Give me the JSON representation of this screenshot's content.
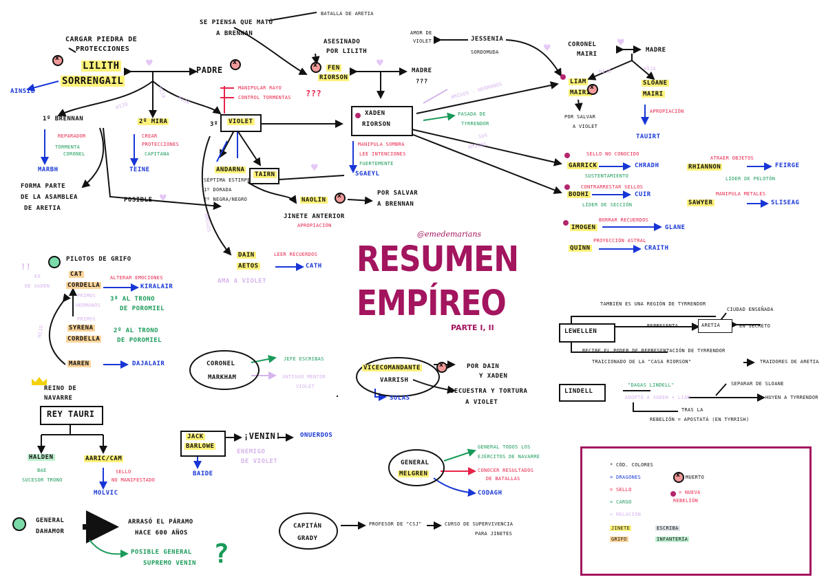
{
  "title": {
    "line1": "RESUMEN",
    "line2": "EMPÍREO",
    "sub": "PARTE I, II",
    "handle": "@emedemarians"
  },
  "colors": {
    "accent": "#a3155e",
    "blue": "#1836d6",
    "red": "#e8234a",
    "green": "#1a9a5a",
    "lilac": "#d6b4ec",
    "yellow": "#fdf27a"
  },
  "left": {
    "cargar": "CARGAR PIEDRA DE",
    "protecciones": "PROTECCIONES",
    "lilith": "LILITH",
    "sorrengail": "SORRENGAIL",
    "ainsel": "AINSIL",
    "padre": "PADRE",
    "hija1": "HIJA",
    "hija2": "HIJA",
    "hijo": "HIJO",
    "brennan": "1º  BRENNAN",
    "mira": "2º MIRA",
    "violet": "VIOLET",
    "violet_num": "3º",
    "reparador": "REPARADOR",
    "tormenta": "TORMENTA",
    "coronel": "CORONEL",
    "marbh": "MARBH",
    "forma1": "FORMA PARTE",
    "forma2": "DE LA ASAMBLEA",
    "forma3": "DE ARETIA",
    "crear1": "CREAR",
    "crear2": "PROTECCIONES",
    "capitana": "CAPITANA",
    "teine": "TEINE",
    "posible": "POSIBLE",
    "manipular": "MANIPULAR RAYO",
    "controlar": "CONTROL TORMENTAS",
    "qqq": "???"
  },
  "top": {
    "se_piensa": "SE PIENSA QUE MATÓ",
    "a_brennan": "A BRENNAN",
    "batalla": "BATALLA DE ARETIA",
    "asesinado": "ASESINADO",
    "por_lilith": "POR LILITH",
    "fen": "FEN",
    "riorson": "RIORSON",
    "madre": "MADRE",
    "madre_q": "???",
    "xaden1": "XADEN",
    "xaden2": "RIORSON",
    "manipula1": "MANIPULA SOMBRA",
    "manipula2": "LEE INTENCIONES",
    "manipula3": "FUERTEMENTE",
    "sgaeyl": "SGAEYL",
    "pasaje1": "PASADA DE",
    "pasaje2": "TYRRENDOR"
  },
  "middle": {
    "andarna": "ANDARNA",
    "andarna1": "SÉPTIMA ESTIRPE",
    "andarna2": "1º DORADA",
    "andarna3": "2º NEGRA/NEGRO",
    "tairn": "TAIRN",
    "dain1": "DAIN",
    "dain2": "AETOS",
    "leer": "LEER RECUERDOS",
    "cath": "CATH",
    "ama": "AMA A VIOLET",
    "amigos": "AMIGOS",
    "naolin": "NAOLIN",
    "por_salvar1": "POR SALVAR",
    "por_salvar2": "A BRENNAN",
    "jinete": "JINETE ANTERIOR",
    "apropiacion": "APROPIACIÓN"
  },
  "right": {
    "amor": "AMOR DE",
    "amor2": "VIOLET",
    "jesinia": "JESSENIA",
    "sordomuda": "SORDOMUDA",
    "coronel1": "CORONEL",
    "coronel2": "MAIRI",
    "madre": "MADRE",
    "hijo": "HIJO",
    "hija": "HIJA",
    "liam1": "LIAM",
    "liam2": "MAIRI",
    "por_salvar1": "POR SALVAR",
    "por_salvar2": "A VIOLET",
    "sloane1": "SLOANE",
    "sloane2": "MAIRI",
    "apropiacion": "APROPIACIÓN",
    "tauri": "TAUIRT",
    "amigos_hermanos": "AMIGOS - HERMANOS",
    "sus": "SUS",
    "amigos2": "AMIGOS",
    "sello1": "SELLO NO CONOCIDO",
    "garrick": "GARRICK",
    "sustraer": "SUSTENTAMIENTO",
    "chradh": "CHRADH",
    "contrarrestar": "CONTRARRESTAR SELLOS",
    "bodhi": "BODHI",
    "lider_seccion": "LÍDER DE SECCIÓN",
    "cuir": "CUIR",
    "borrar": "BORRAR RECUERDOS",
    "imogen": "IMOGEN",
    "glane": "GLANE",
    "proyeccion": "PROYECCIÓN ASTRAL",
    "quinn": "QUINN",
    "craith": "CRAITH",
    "rhiannon": "RHIANNON",
    "atraer": "ATRAER OBJETOS",
    "feirge": "FEIRGE",
    "lider_peloton": "LÍDER DE PELOTÓN",
    "sawyer": "SAWYER",
    "manipula_metales": "MANIPULA METALES",
    "sliseag": "SLISEAG"
  },
  "grifos": {
    "title": "PILOTOS DE GRIFO",
    "ex1": "EX",
    "ex2": "DE XADEN",
    "cat1": "CAT",
    "cat2": "CORDELLA",
    "alterar": "ALTERAR EMOCIONES",
    "kiralair": "KIRALAIR",
    "hermanos1": "PRIMOS",
    "hermanos2": "HERMANOS",
    "tercera1": "3ª AL TRONO",
    "tercera2": "DE POROMIEL",
    "primos": "PRIMOS",
    "syrena1": "SYRENA",
    "syrena2": "CORDELLA",
    "segunda1": "2º AL TRONO",
    "segunda2": "DE POROMIEL",
    "hijo": "HIJO",
    "maren": "MAREN",
    "dajalair": "DAJALAIR"
  },
  "reino": {
    "title1": "REINO DE",
    "title2": "NAVARRE",
    "rey": "REY TAURI",
    "halden1": "HALDEN",
    "halden2": "BAE",
    "halden3": "SUCESOR TRONO",
    "aaric": "AARIC/CAM",
    "sello1": "SELLO",
    "sello2": "NO MANIFESTADO",
    "molvic": "MOLVIC"
  },
  "markham": {
    "name1": "CORONEL",
    "name2": "MARKHAM",
    "jefe": "JEFE ESCRIBAS",
    "antiguo1": "ANTIGUO MENTOR",
    "antiguo2": "VIOLET"
  },
  "varrish": {
    "name1": "VICECOMANDANTE",
    "name2": "VARRISH",
    "solas": "SOLAS",
    "por_dain": "POR DAIN",
    "y_xaden": "Y XADEN",
    "secuestra1": "SECUESTRA Y TORTURA",
    "secuestra2": "A VIOLET"
  },
  "jack": {
    "name1": "JACK",
    "name2": "BARLOWE",
    "venin": "¡VENIN!",
    "onuerdos": "ONUERDOS",
    "enemigo1": "ENEMIGO",
    "enemigo2": "DE VIOLET",
    "baide": "BAIDE"
  },
  "melgren": {
    "name1": "GENERAL",
    "name2": "MELGREN",
    "general1": "GENERAL TODOS LOS",
    "general2": "EJÉRCITOS DE NAVARRE",
    "conocer1": "CONOCER RESULTADOS",
    "conocer2": "DE BATALLAS",
    "codagh": "CODAGH"
  },
  "grady": {
    "name1": "CAPITÁN",
    "name2": "GRADY",
    "profesor": "PROFESOR DE \"CSJ\"",
    "curso1": "CURSO DE SUPERVIVENCIA",
    "curso2": "PARA JINETES"
  },
  "dahamor": {
    "name1": "GENERAL",
    "name2": "DAHAMOR",
    "arraso1": "ARRASÓ EL PÁRAMO",
    "arraso2": "HACE 600 AÑOS",
    "posible1": "POSIBLE GENERAL",
    "posible2": "SUPREMO VENIN",
    "question": "?"
  },
  "lewellen": {
    "name": "LEWELLEN",
    "tambien": "TAMBIÉN ES UNA REGIÓN DE TYRRENDOR",
    "representa": "REPRESENTA",
    "aretia": "ARETIA",
    "en_secreto": "EN SECRETO",
    "ciudad": "CIUDAD ENSEÑADA",
    "recibe": "RECIBE EL PODER DE REPRESENTACIÓN DE TYRRENDOR",
    "traidores1": "TRAICIONADO DE LA \"CASA RIORSON\"",
    "traidores2": "TRAIDORES DE ARETIA"
  },
  "lindell": {
    "name": "LINDELL",
    "daga": "\"DAGAS LINDELL\"",
    "separar": "SEPARAR DE SLOANE",
    "adopto": "ADOPTÓ A XADEN + LIAM",
    "huyen": "HUYEN A TYRRENDOR",
    "tras1": "TRAS LA",
    "tras2": "REBELIÓN = APOSTATÁ (EN TYRRISH)"
  },
  "legend": {
    "title": "* CÓD. COLORES",
    "dragones": "= DRAGONES",
    "sello": "= SELLO",
    "cargo": "= CARGO",
    "relacion": "= RELACIÓN",
    "muerto": "MUERTO",
    "nueva1": "= NUEVA",
    "nueva2": "REBELIÓN",
    "jinete": "JINETE",
    "grifo": "GRIFO",
    "escriba": "ESCRIBA",
    "infanteria": "INFANTERÍA"
  }
}
